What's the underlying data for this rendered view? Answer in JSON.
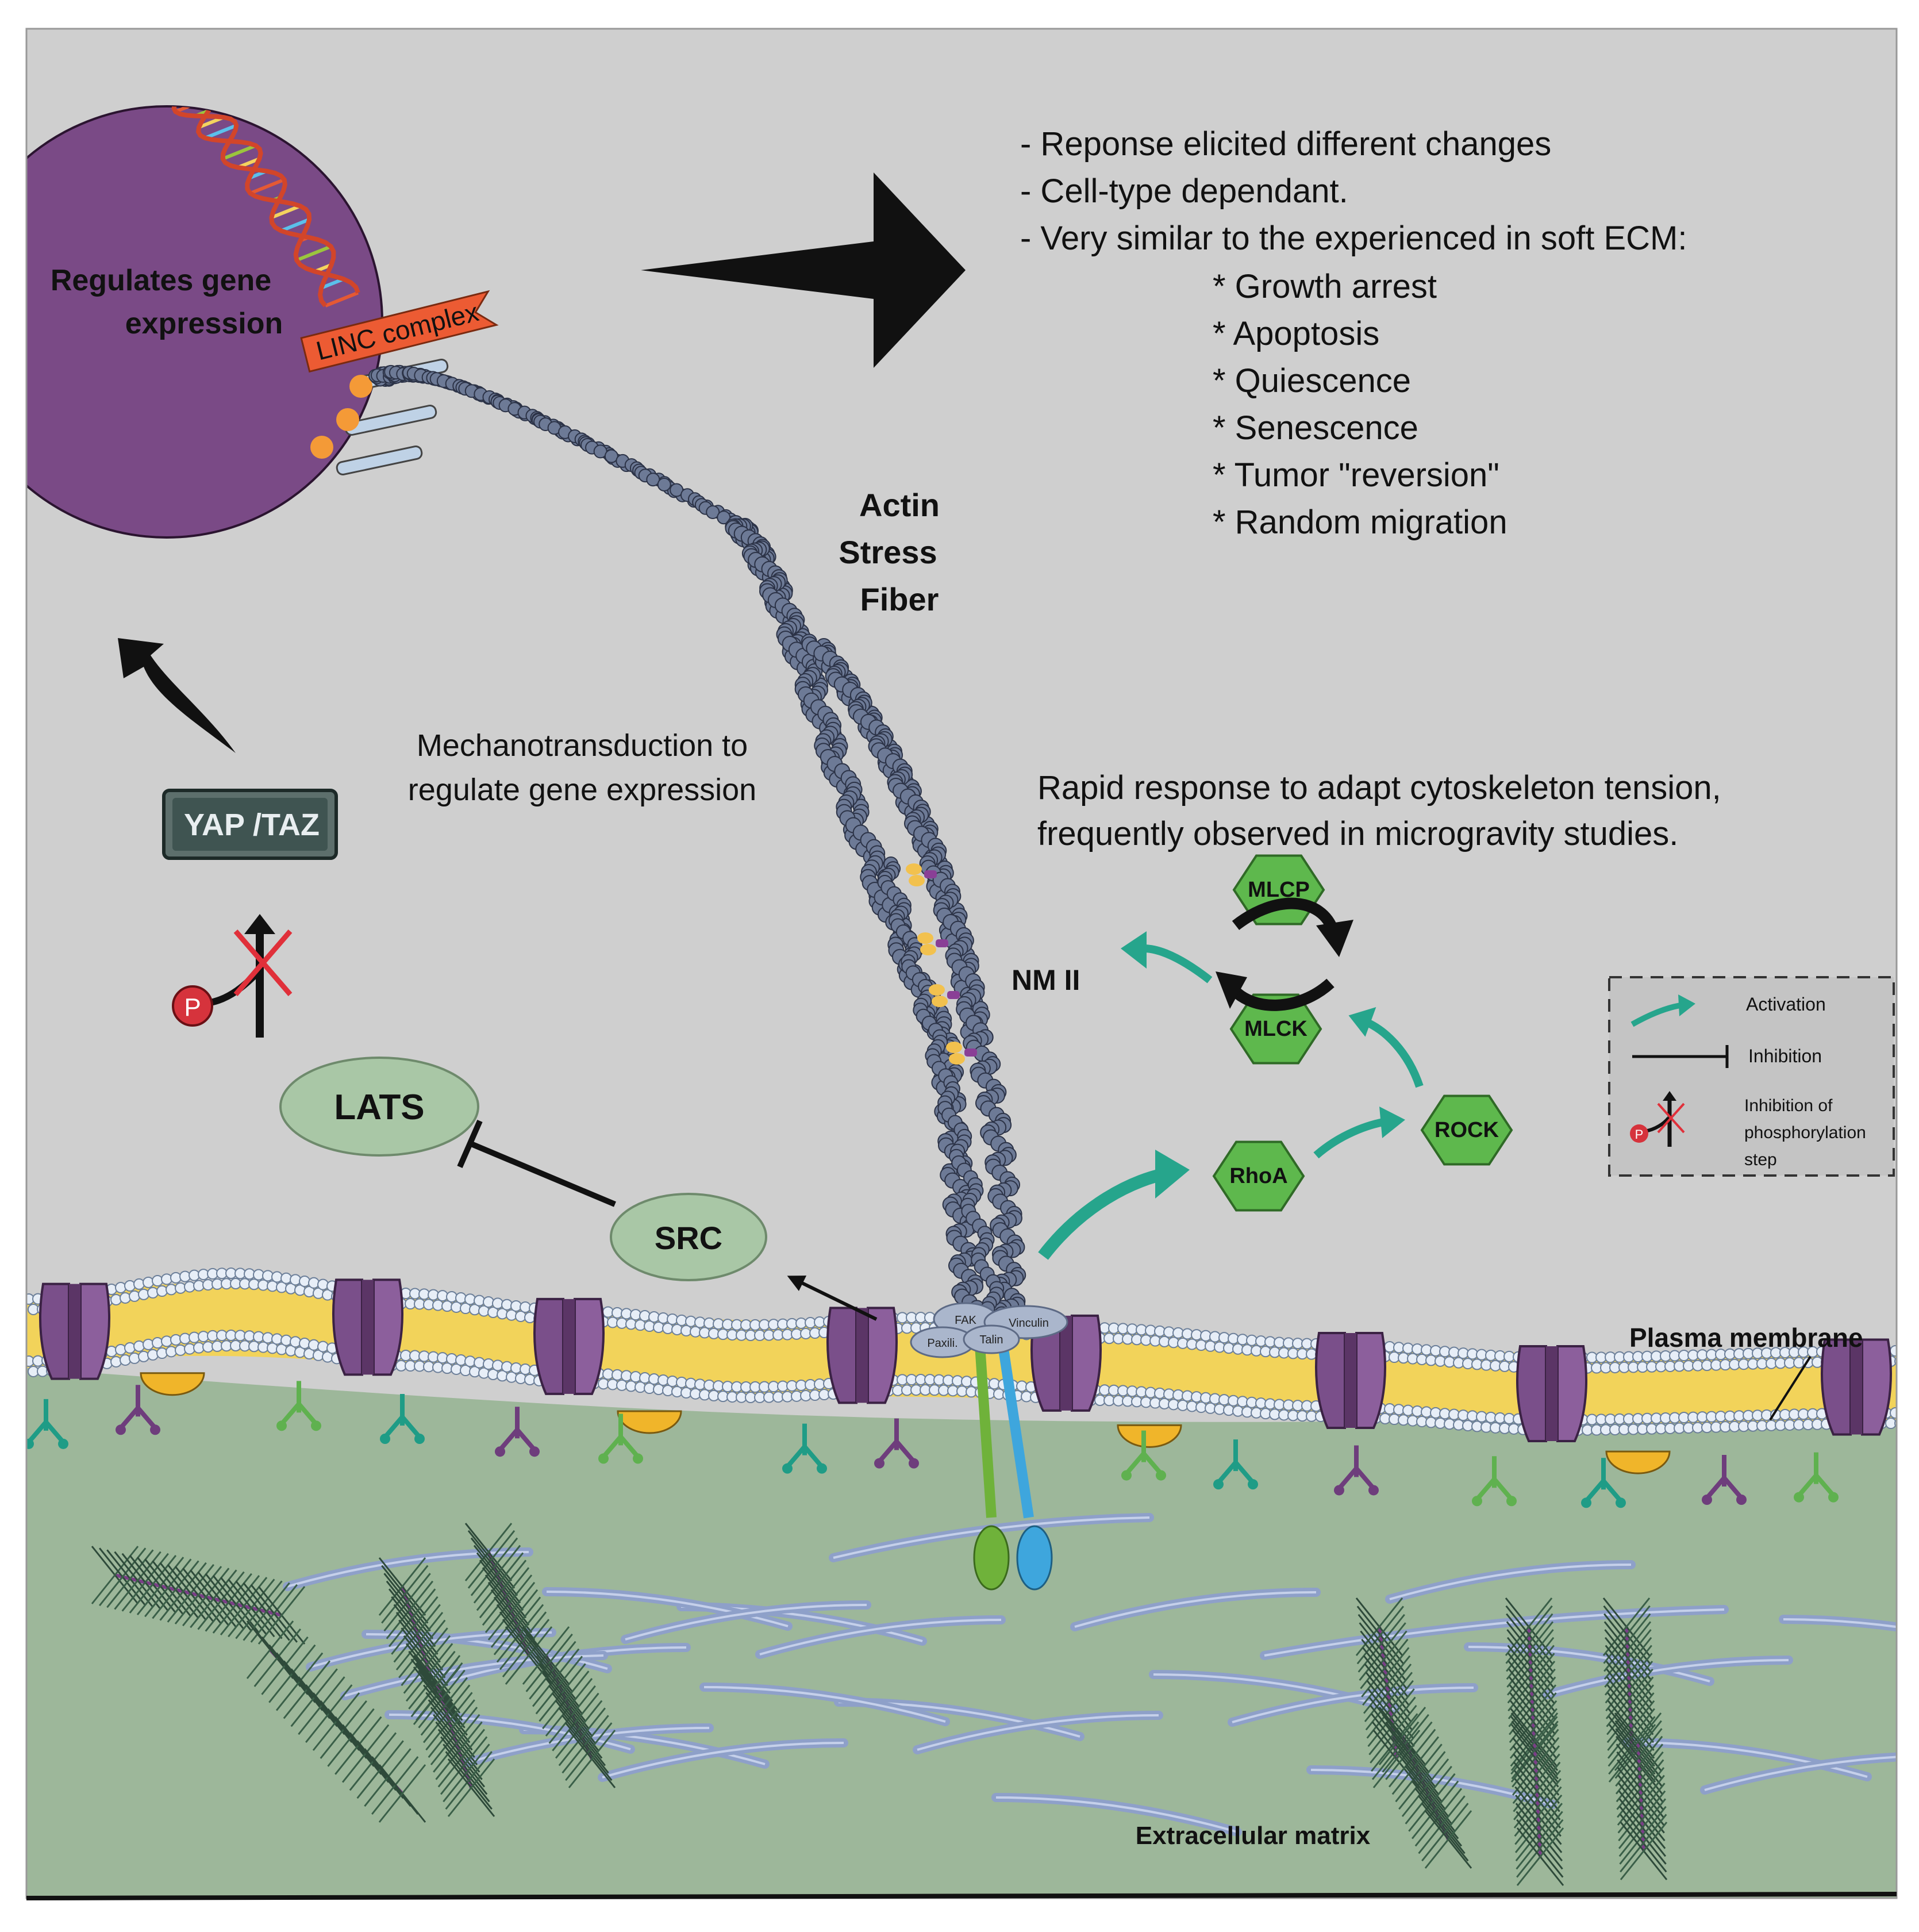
{
  "colors": {
    "cytoplasm": "#cfcfcf",
    "nucleus": "#7a4a86",
    "ecm": "#9db79a",
    "membrane_head": "#e7eef7",
    "membrane_tail": "#f2d35a",
    "channel": "#7a4f8a",
    "activation": "#26a58c",
    "hexagon": "#5eb84d",
    "ellipse": "#a9c7a6",
    "actin": "#5f6c86",
    "linc": "#ec5b33",
    "yap_box": "#3f5451",
    "legend_bg": "#c4c4c4",
    "collagen": "#8ea0c9",
    "integrin_green": "#6fb23a",
    "integrin_blue": "#3ea6dd",
    "phospho_red": "#d6333c"
  },
  "nucleus": {
    "label_line1": "Regulates gene",
    "label_line2": "expression"
  },
  "linc": {
    "label": "LINC complex"
  },
  "actin": {
    "label_line1": "Actin",
    "label_line2": "Stress",
    "label_line3": "Fiber"
  },
  "responses": {
    "bullets": [
      "- Reponse elicited different changes",
      "- Cell-type dependant.",
      "- Very similar to the experienced in soft ECM:"
    ],
    "sub_bullets": [
      "* Growth arrest",
      "* Apoptosis",
      "* Quiescence",
      "* Senescence",
      "* Tumor \"reversion\"",
      "* Random migration"
    ]
  },
  "mechano": {
    "line1": "Mechanotransduction to",
    "line2": "regulate gene expression"
  },
  "rapid": {
    "line1": "Rapid response to adapt cytoskeleton tension,",
    "line2": "frequently observed in microgravity studies."
  },
  "proteins": {
    "yap_taz": "YAP /TAZ",
    "phospho": "P",
    "lats": "LATS",
    "src": "SRC",
    "mlcp": "MLCP",
    "mlck": "MLCK",
    "rhoa": "RhoA",
    "rock": "ROCK",
    "nm2": "NM II"
  },
  "adhesion": {
    "fak": "FAK",
    "vinculin": "Vinculin",
    "paxillin": "Paxili.",
    "talin": "Talin"
  },
  "legend": {
    "activation": "Activation",
    "inhibition": "Inhibition",
    "phospho_line1": "Inhibition of",
    "phospho_line2": "phosphorylation",
    "phospho_line3": "step",
    "phospho_badge": "P"
  },
  "membrane": {
    "label": "Plasma membrane"
  },
  "ecm": {
    "label": "Extracellular matrix"
  }
}
